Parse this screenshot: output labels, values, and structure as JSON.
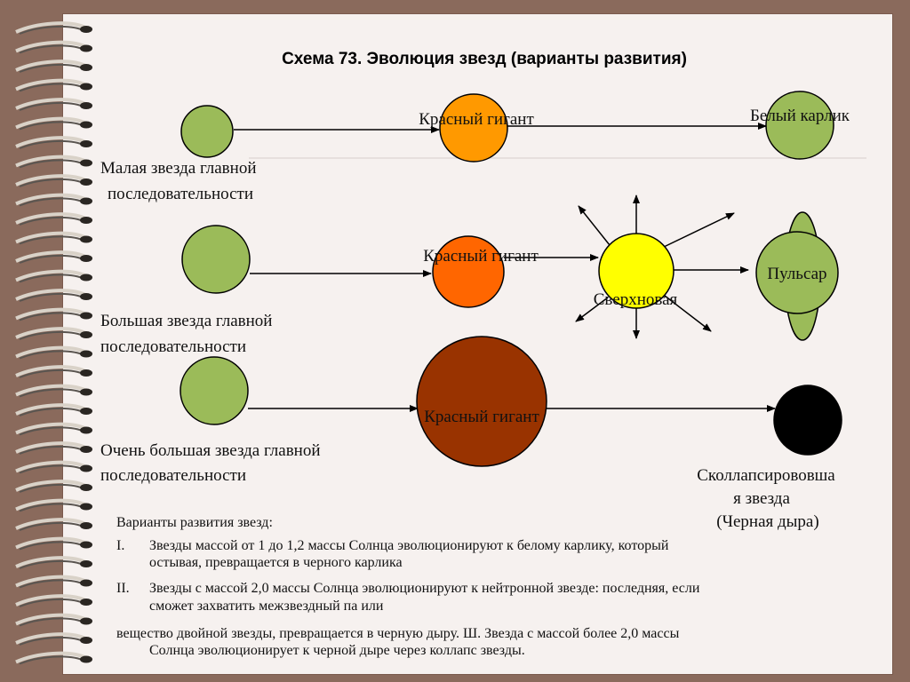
{
  "title": "Схема 73. Эволюция звезд (варианты развития)",
  "row1": {
    "source": [
      "Малая звезда главной",
      "последовательности"
    ],
    "middle": "Красный гигант",
    "end": "Белый карлик"
  },
  "row2": {
    "source": [
      "Большая звезда главной",
      "последовательности"
    ],
    "middle": "Красный гигант",
    "supernova": "Сверхновая",
    "end": "Пульсар"
  },
  "row3": {
    "source": [
      "Очень большая звезда главной",
      "последовательности"
    ],
    "middle": "Красный гигант",
    "end": [
      "Сколлапсирововша",
      "я звезда",
      "(Черная дыра)"
    ]
  },
  "footer": {
    "heading": "Варианты развития звезд:",
    "items": [
      {
        "num": "I.",
        "lines": [
          "Звезды массой от 1 до 1,2 массы Солнца эволюционируют к белому карлику, который",
          "остывая, превращается в черного карлика"
        ]
      },
      {
        "num": "II.",
        "lines": [
          "Звезды с массой 2,0 массы Солнца эволюционируют к нейтронной звезде: последняя, если",
          "сможет захватить межзвездный па или"
        ]
      }
    ],
    "tail": [
      "вещество двойной звезды, превращается в черную дыру. Ш. Звезда с массой более 2,0 массы",
      "Солнца эволюционирует к черной дыре через коллапс звезды."
    ]
  },
  "colors": {
    "green_star": "#9bbb59",
    "orange_giant": "#ff9900",
    "red_orange_giant": "#ff6600",
    "brown_giant": "#993300",
    "supernova": "#ffff00",
    "black_hole": "#000000",
    "paper": "#f6f1ef",
    "border": "#8a6a5c"
  }
}
